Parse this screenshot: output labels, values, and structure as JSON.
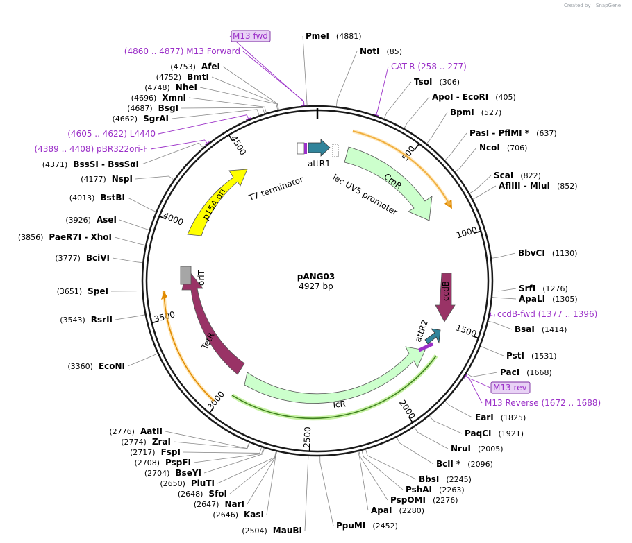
{
  "title": "pANG03",
  "size_label": "4927 bp",
  "credit": "Created by",
  "credit_brand": "SnapGene",
  "total_bp": 4927,
  "colors": {
    "backbone": "#1a1a1a",
    "primer": "#9b30c8",
    "cmr": "#ccffcc",
    "tcr": "#ccffcc",
    "ori": "#ffff00",
    "ccdb": "#993366",
    "tetr": "#993366",
    "attr": "#31849b",
    "orit": "#a6a6a6",
    "misc_arrow": "#ffb400",
    "misc_arrow_tcr": "#559922"
  },
  "ticks": [
    {
      "bp": 500,
      "label": "500"
    },
    {
      "bp": 1000,
      "label": "1000"
    },
    {
      "bp": 1500,
      "label": "1500"
    },
    {
      "bp": 2000,
      "label": "2000"
    },
    {
      "bp": 2500,
      "label": "2500"
    },
    {
      "bp": 3000,
      "label": "3000"
    },
    {
      "bp": 3500,
      "label": "3500"
    },
    {
      "bp": 4000,
      "label": "4000"
    },
    {
      "bp": 4500,
      "label": "4500"
    }
  ],
  "features": [
    {
      "name": "CmR",
      "start": 370,
      "end": 1030,
      "type": "green",
      "dir": 1
    },
    {
      "name": "TcR",
      "start": 1790,
      "end": 3040,
      "type": "green",
      "dir": -1
    },
    {
      "name": "TetR",
      "start": 3120,
      "end": 3590,
      "type": "purple",
      "dir": -1
    },
    {
      "name": "p15A ori",
      "start": 3970,
      "end": 4490,
      "type": "yellow",
      "dir": 1
    },
    {
      "name": "ccdB",
      "start": 1230,
      "end": 1470,
      "type": "purple",
      "dir": 1
    }
  ],
  "feature_labels": {
    "cmr": "CmR",
    "tcr": "TcR",
    "tetr": "TetR",
    "ori": "p15A ori",
    "ccdb": "ccdB",
    "attr1": "attR1",
    "attr2": "attR2",
    "orit": "oriT",
    "t7": "T7 terminator",
    "lacuv5": "lac UV5 promoter"
  },
  "right_sites": [
    {
      "name": "PmeI",
      "pos": "(4881)"
    },
    {
      "name": "NotI",
      "pos": "(85)"
    },
    {
      "name": "TsoI",
      "pos": "(306)"
    },
    {
      "name": "ApoI  - EcoRI",
      "pos": "(405)"
    },
    {
      "name": "BpmI",
      "pos": "(527)"
    },
    {
      "name": "PasI  - PflMI *",
      "pos": "(637)"
    },
    {
      "name": "NcoI",
      "pos": "(706)"
    },
    {
      "name": "ScaI",
      "pos": "(822)"
    },
    {
      "name": "AflIII  - MluI",
      "pos": "(852)"
    },
    {
      "name": "BbvCI",
      "pos": "(1130)"
    },
    {
      "name": "SrfI",
      "pos": "(1276)"
    },
    {
      "name": "ApaLI",
      "pos": "(1305)"
    },
    {
      "name": "BsaI",
      "pos": "(1414)"
    },
    {
      "name": "PstI",
      "pos": "(1531)"
    },
    {
      "name": "PacI",
      "pos": "(1668)"
    },
    {
      "name": "EarI",
      "pos": "(1825)"
    },
    {
      "name": "PaqCI",
      "pos": "(1921)"
    },
    {
      "name": "NruI",
      "pos": "(2005)"
    },
    {
      "name": "BclI *",
      "pos": "(2096)"
    },
    {
      "name": "BbsI",
      "pos": "(2245)"
    },
    {
      "name": "PshAI",
      "pos": "(2263)"
    },
    {
      "name": "PspOMI",
      "pos": "(2276)"
    },
    {
      "name": "ApaI",
      "pos": "(2280)"
    },
    {
      "name": "PpuMI",
      "pos": "(2452)"
    }
  ],
  "left_sites": [
    {
      "name": "AfeI",
      "pos": "(4753)"
    },
    {
      "name": "BmtI",
      "pos": "(4752)"
    },
    {
      "name": "NheI",
      "pos": "(4748)"
    },
    {
      "name": "XmnI",
      "pos": "(4696)"
    },
    {
      "name": "BsgI",
      "pos": "(4687)"
    },
    {
      "name": "SgrAI",
      "pos": "(4662)"
    },
    {
      "name": "BssSI  - BssSαI",
      "pos": "(4371)"
    },
    {
      "name": "NspI",
      "pos": "(4177)"
    },
    {
      "name": "BstBI",
      "pos": "(4013)"
    },
    {
      "name": "AseI",
      "pos": "(3926)"
    },
    {
      "name": "PaeR7I  - XhoI",
      "pos": "(3856)"
    },
    {
      "name": "BciVI",
      "pos": "(3777)"
    },
    {
      "name": "SpeI",
      "pos": "(3651)"
    },
    {
      "name": "RsrII",
      "pos": "(3543)"
    },
    {
      "name": "EcoNI",
      "pos": "(3360)"
    },
    {
      "name": "AatII",
      "pos": "(2776)"
    },
    {
      "name": "ZraI",
      "pos": "(2774)"
    },
    {
      "name": "FspI",
      "pos": "(2717)"
    },
    {
      "name": "PspFI",
      "pos": "(2708)"
    },
    {
      "name": "BseYI",
      "pos": "(2704)"
    },
    {
      "name": "PluTI",
      "pos": "(2650)"
    },
    {
      "name": "SfoI",
      "pos": "(2648)"
    },
    {
      "name": "NarI",
      "pos": "(2647)"
    },
    {
      "name": "KasI",
      "pos": "(2646)"
    },
    {
      "name": "MauBI",
      "pos": "(2504)"
    }
  ],
  "primers": [
    {
      "label": "M13 fwd",
      "boxed": true
    },
    {
      "label": "(4860 .. 4877)  M13 Forward"
    },
    {
      "label": "CAT-R    (258 .. 277)"
    },
    {
      "label": "(4605 .. 4622)  L4440"
    },
    {
      "label": "(4389 .. 4408)  pBR322ori-F"
    },
    {
      "label": "ccdB-fwd   (1377 .. 1396)"
    },
    {
      "label": "M13 rev",
      "boxed": true
    },
    {
      "label": "M13 Reverse    (1672 .. 1688)"
    }
  ]
}
